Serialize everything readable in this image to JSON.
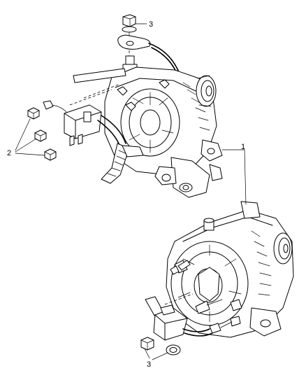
{
  "callouts": {
    "label_1": "1",
    "label_2": "2",
    "label_3_top": "3",
    "label_3_bottom": "3"
  }
}
